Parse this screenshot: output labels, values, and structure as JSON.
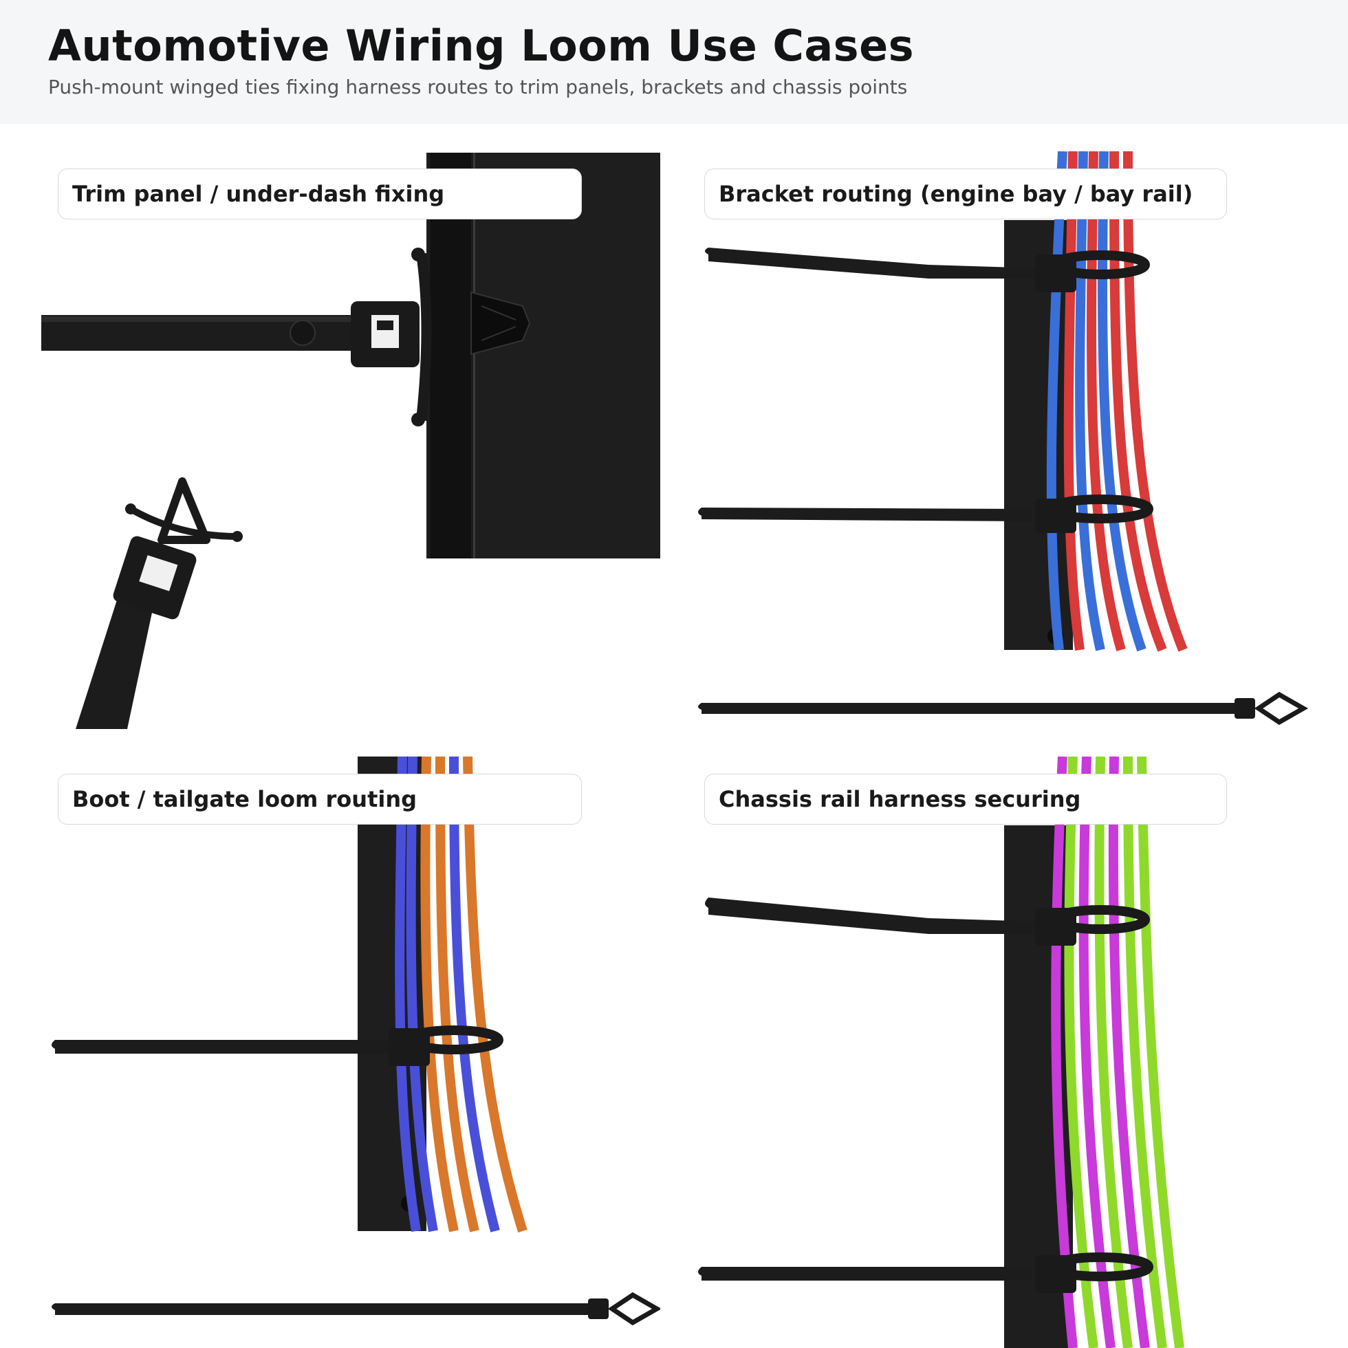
{
  "header": {
    "title": "Automotive Wiring Loom Use Cases",
    "subtitle": "Push-mount winged ties fixing harness routes to trim panels, brackets and chassis points"
  },
  "panels": [
    {
      "label": "Trim panel / under-dash fixing"
    },
    {
      "label": "Bracket routing (engine bay / bay rail)",
      "wire_colors": [
        "#d93a3a",
        "#3a6fd9"
      ]
    },
    {
      "label": "Boot / tailgate loom routing",
      "wire_colors": [
        "#d9772b",
        "#4a4fd9"
      ]
    },
    {
      "label": "Chassis rail harness securing",
      "wire_colors": [
        "#8fd92b",
        "#c83ad9"
      ]
    }
  ],
  "colors": {
    "tie": "#1c1c1c",
    "panel_dark": "#1e1e1e",
    "header_bg": "#f5f6f7"
  }
}
